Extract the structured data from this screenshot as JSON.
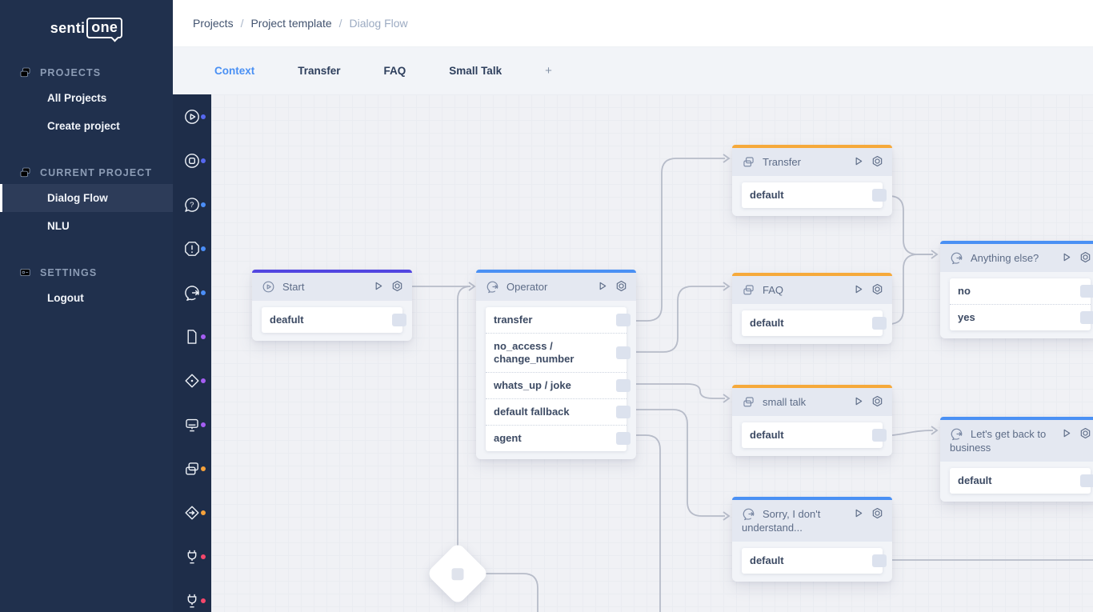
{
  "app": {
    "logo_part1": "senti",
    "logo_part2": "one"
  },
  "breadcrumb": {
    "items": [
      "Projects",
      "Project template",
      "Dialog Flow"
    ],
    "separator": "/"
  },
  "tabs": {
    "items": [
      {
        "label": "Context",
        "active": true
      },
      {
        "label": "Transfer",
        "active": false
      },
      {
        "label": "FAQ",
        "active": false
      },
      {
        "label": "Small Talk",
        "active": false
      }
    ],
    "add_label": "+"
  },
  "sidebar": {
    "sections": [
      {
        "label": "PROJECTS",
        "icon": "projects-icon",
        "items": [
          {
            "label": "All Projects"
          },
          {
            "label": "Create project"
          }
        ]
      },
      {
        "label": "CURRENT PROJECT",
        "icon": "current-project-icon",
        "items": [
          {
            "label": "Dialog Flow",
            "active": true
          },
          {
            "label": "NLU"
          }
        ]
      },
      {
        "label": "SETTINGS",
        "icon": "settings-icon",
        "items": [
          {
            "label": "Logout"
          }
        ]
      }
    ]
  },
  "toolbar": {
    "items": [
      {
        "icon": "play-circle-icon",
        "dot_color": "#5668f0"
      },
      {
        "icon": "stop-circle-icon",
        "dot_color": "#5668f0"
      },
      {
        "icon": "question-bubble-icon",
        "dot_color": "#4b8ef7"
      },
      {
        "icon": "alert-octagon-icon",
        "dot_color": "#4b8ef7"
      },
      {
        "icon": "chat-arrow-icon",
        "dot_color": "#4b8ef7"
      },
      {
        "icon": "file-icon",
        "dot_color": "#a55ef2"
      },
      {
        "icon": "diamond-dot-icon",
        "dot_color": "#a55ef2"
      },
      {
        "icon": "device-icon",
        "dot_color": "#a55ef2"
      },
      {
        "icon": "copy-stack-icon",
        "dot_color": "#f6a23b"
      },
      {
        "icon": "diamond-arrow-icon",
        "dot_color": "#f6a23b"
      },
      {
        "icon": "plug-icon",
        "dot_color": "#f5476b"
      },
      {
        "icon": "plug-icon",
        "dot_color": "#f5476b"
      }
    ]
  },
  "colors": {
    "accent_indigo": "#5246e0",
    "accent_blue": "#4a90f4",
    "accent_orange": "#f6a93b",
    "active_tab": "#4a90f4",
    "sidebar_bg": "#20304d",
    "wire": "#b7bcc9"
  },
  "canvas": {
    "nodes": [
      {
        "title": "Start",
        "icon": "play-circle-icon",
        "accent": "#5246e0",
        "rows": [
          "deafult"
        ]
      },
      {
        "title": "Operator",
        "icon": "chat-arrow-icon",
        "accent": "#4a90f4",
        "rows": [
          "transfer",
          "no_access / change_number",
          "whats_up / joke",
          "default fallback",
          "agent"
        ]
      },
      {
        "title": "Transfer",
        "icon": "copy-stack-icon",
        "accent": "#f6a93b",
        "rows": [
          "default"
        ]
      },
      {
        "title": "FAQ",
        "icon": "copy-stack-icon",
        "accent": "#f6a93b",
        "rows": [
          "default"
        ]
      },
      {
        "title": "small talk",
        "icon": "copy-stack-icon",
        "accent": "#f6a93b",
        "rows": [
          "default"
        ]
      },
      {
        "title": "Sorry, I don't understand...",
        "icon": "chat-arrow-icon",
        "accent": "#4a90f4",
        "rows": [
          "default"
        ]
      },
      {
        "title": "Anything else?",
        "icon": "chat-arrow-icon",
        "accent": "#4a90f4",
        "rows": [
          "no",
          "yes"
        ]
      },
      {
        "title": "Let's get back to business",
        "icon": "chat-arrow-icon",
        "accent": "#4a90f4",
        "rows": [
          "default"
        ]
      }
    ],
    "connections": [
      {
        "from": "Start",
        "to": "Operator"
      },
      {
        "from": "decision-diamond",
        "to": "Operator"
      },
      {
        "from": "Operator.transfer",
        "to": "Transfer"
      },
      {
        "from": "Operator.no_access / change_number",
        "to": "FAQ"
      },
      {
        "from": "Operator.whats_up / joke",
        "to": "small talk"
      },
      {
        "from": "Operator.default fallback",
        "to": "Sorry, I don't understand..."
      },
      {
        "from": "Operator.agent",
        "to": "offscreen-bottom"
      },
      {
        "from": "Transfer.default",
        "to": "Anything else?"
      },
      {
        "from": "FAQ.default",
        "to": "Anything else?"
      },
      {
        "from": "small talk.default",
        "to": "Let's get back to business"
      },
      {
        "from": "Sorry, I don't understand....default",
        "to": "offscreen-right"
      },
      {
        "from": "decision-diamond",
        "to": "offscreen-bottom"
      }
    ]
  }
}
